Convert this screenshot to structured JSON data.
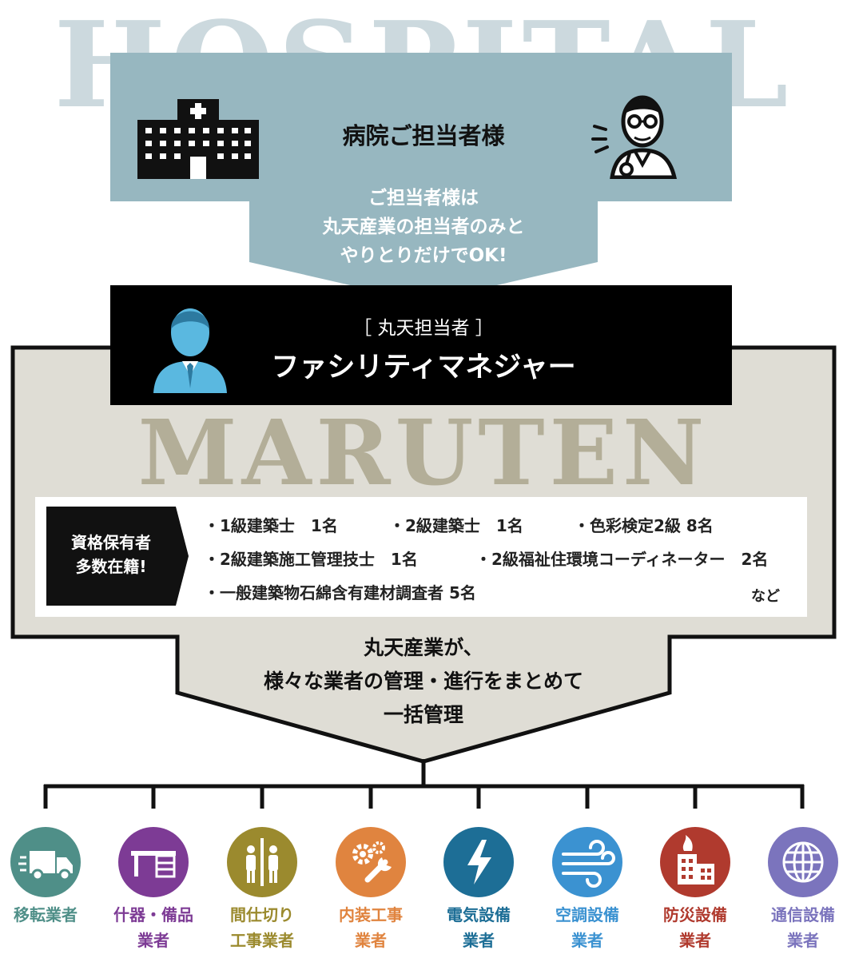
{
  "hospital": {
    "bg_word": "HOSPITAL",
    "title": "病院ご担当者様",
    "message_lines": [
      "ご担当者様は",
      "丸天産業の担当者のみと",
      "やりとりだけでOK!"
    ],
    "panel_color": "#97b7c0",
    "bg_word_color": "#ccd9de"
  },
  "manager": {
    "bracket_label": "［ 丸天担当者 ］",
    "title": "ファシリティマネジャー",
    "icon": "businessman-icon",
    "icon_color": "#5ab8e0"
  },
  "maruten": {
    "bg_word": "MARUTEN",
    "panel_color": "#dfddd5",
    "bg_word_color": "#b3ae98",
    "summary_lines": [
      "丸天産業が、",
      "様々な業者の管理・進行をまとめて",
      "一括管理"
    ]
  },
  "qualifications": {
    "badge_lines": [
      "資格保有者",
      "多数在籍!"
    ],
    "items": [
      "・1級建築士　1名",
      "・2級建築士　1名",
      "・色彩検定2級 8名",
      "・2級建築施工管理技士　1名",
      "・2級福祉住環境コーディネーター　2名",
      "・一般建築物石綿含有建材調査者 5名"
    ],
    "etc": "など"
  },
  "vendors": [
    {
      "lines": [
        "移転業者"
      ],
      "icon": "truck-icon",
      "color": "#4f8f88"
    },
    {
      "lines": [
        "什器・備品",
        "業者"
      ],
      "icon": "desk-icon",
      "color": "#7d3b95"
    },
    {
      "lines": [
        "間仕切り",
        "工事業者"
      ],
      "icon": "partition-icon",
      "color": "#9b8a2e"
    },
    {
      "lines": [
        "内装工事",
        "業者"
      ],
      "icon": "tools-icon",
      "color": "#e0843f"
    },
    {
      "lines": [
        "電気設備",
        "業者"
      ],
      "icon": "lightning-icon",
      "color": "#1d6e96"
    },
    {
      "lines": [
        "空調設備",
        "業者"
      ],
      "icon": "wind-icon",
      "color": "#3b92d1"
    },
    {
      "lines": [
        "防災設備",
        "業者"
      ],
      "icon": "fire-building-icon",
      "color": "#b03a2e"
    },
    {
      "lines": [
        "通信設備",
        "業者"
      ],
      "icon": "globe-icon",
      "color": "#7b74bd"
    }
  ]
}
